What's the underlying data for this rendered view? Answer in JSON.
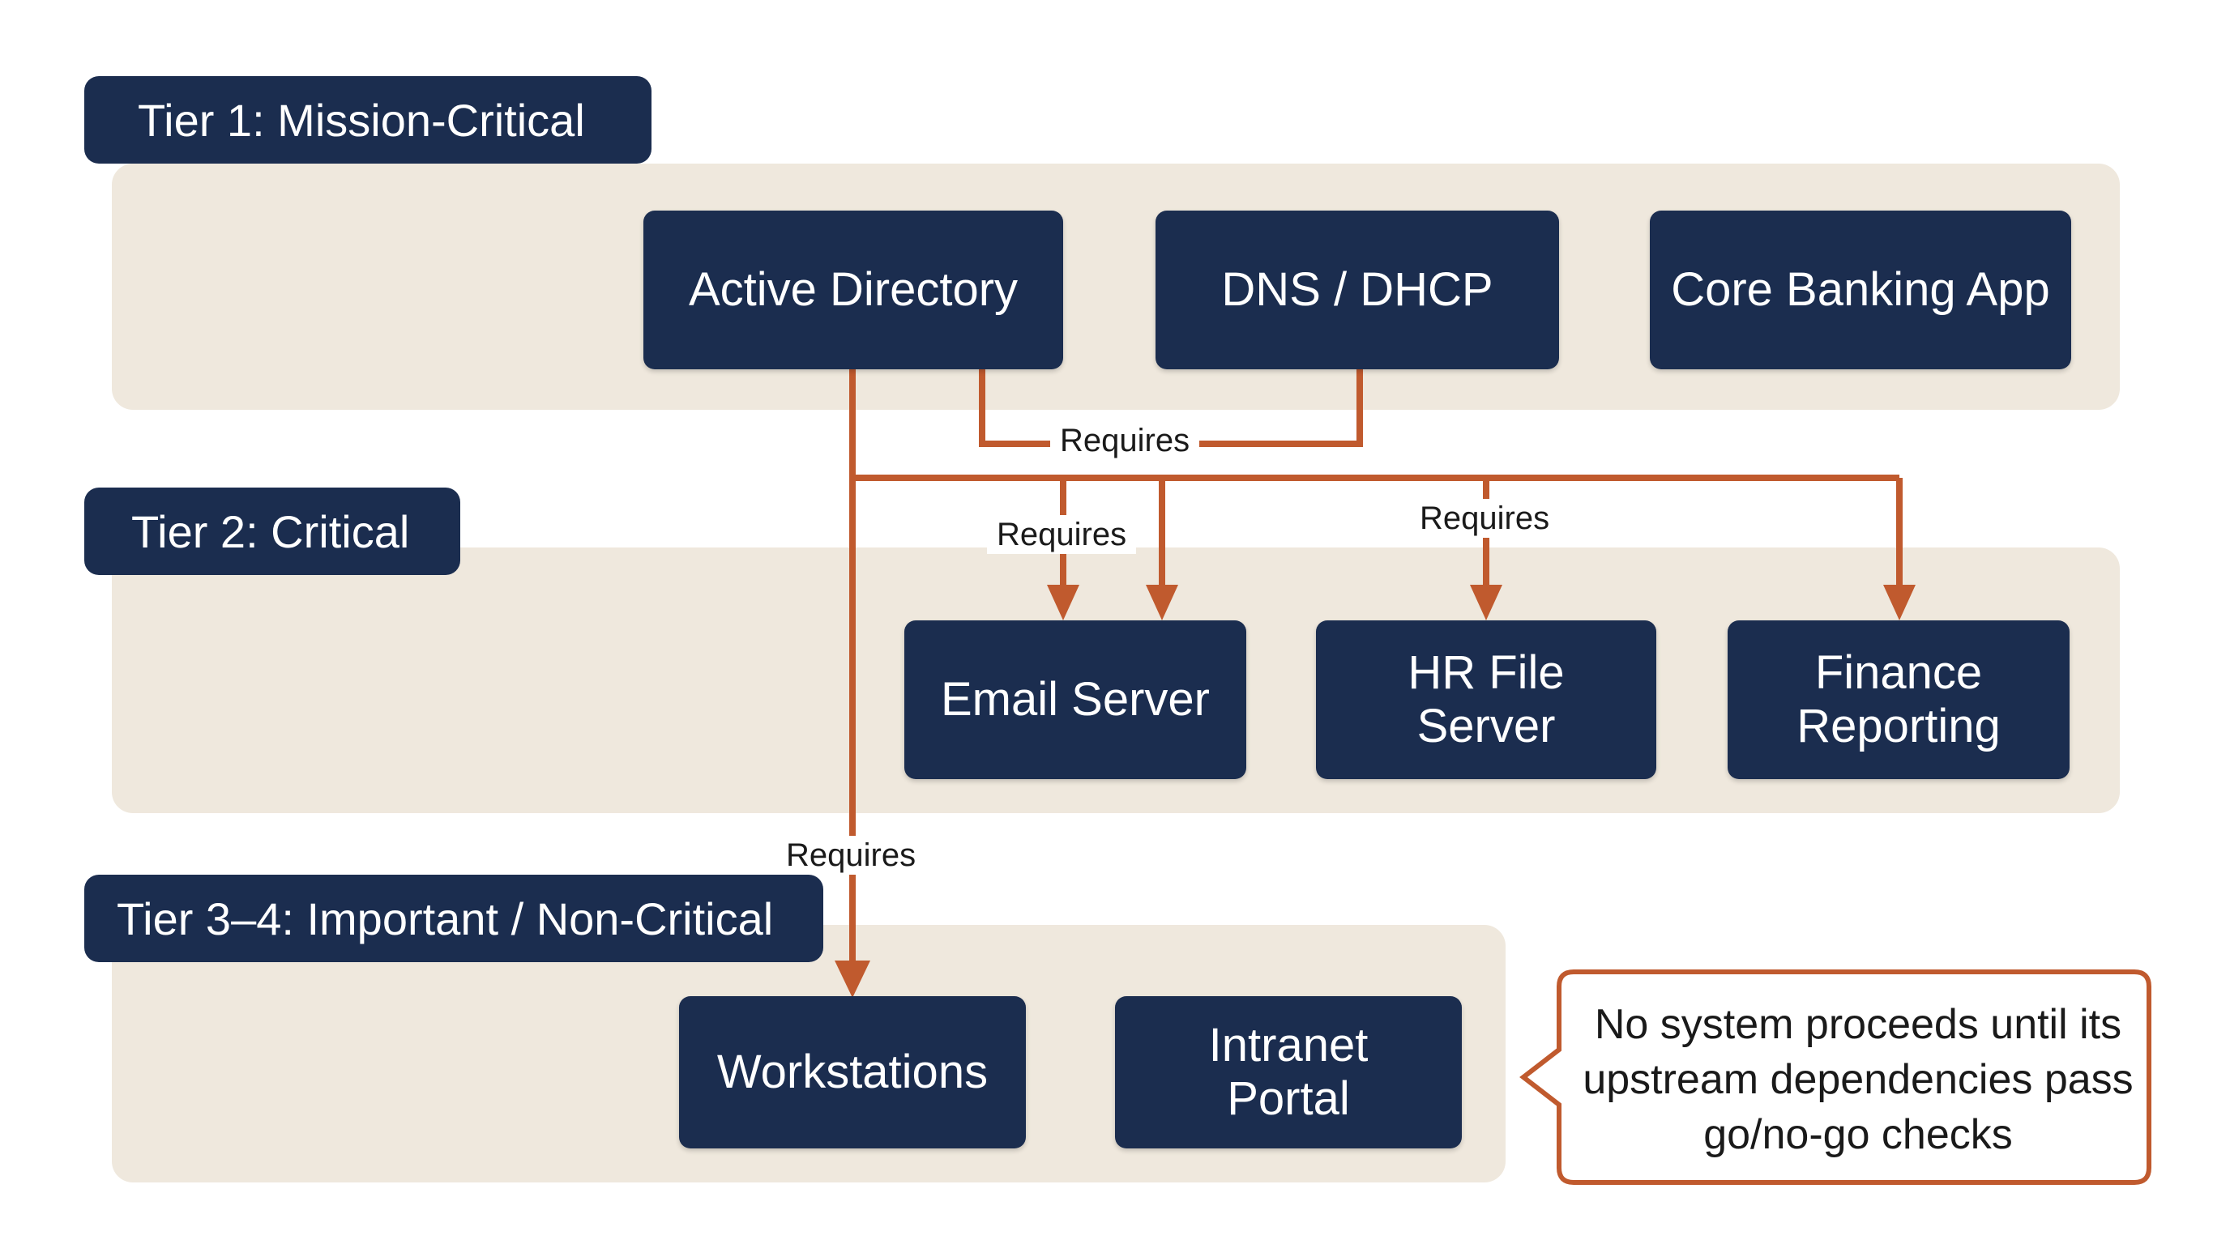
{
  "tiers": [
    {
      "label": "Tier 1: Mission-Critical"
    },
    {
      "label": "Tier 2: Critical"
    },
    {
      "label": "Tier 3–4: Important / Non-Critical"
    }
  ],
  "nodes": {
    "active_directory": "Active Directory",
    "dns_dhcp": "DNS / DHCP",
    "core_banking_app": "Core Banking App",
    "email_server": "Email Server",
    "hr_file_server": "HR File\nServer",
    "finance_reporting": "Finance\nReporting",
    "workstations": "Workstations",
    "intranet_portal": "Intranet\nPortal"
  },
  "edge_labels": {
    "tier1_requires": "Requires",
    "email_requires": "Requires",
    "hr_requires": "Requires",
    "workstations_requires": "Requires"
  },
  "callout": {
    "text": "No system proceeds until its upstream dependencies pass go/no-go checks"
  },
  "colors": {
    "navy": "#1b2d4f",
    "band": "#efe8dd",
    "arrow": "#c05a2e"
  }
}
